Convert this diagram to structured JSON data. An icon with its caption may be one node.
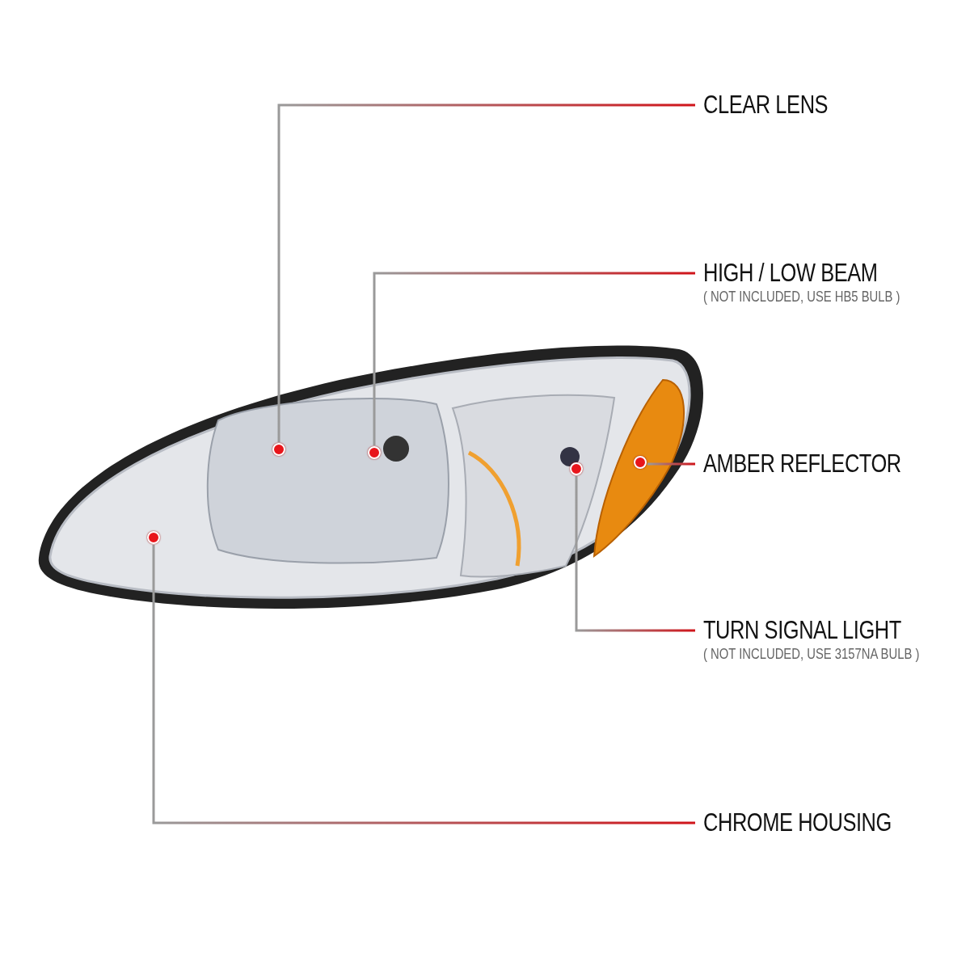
{
  "diagram": {
    "nodes": [
      {
        "text": [
          "CLEAR LENS"
        ]
      },
      {
        "text": [
          "HIGH / LOW BEAM",
          "( NOT INCLUDED, USE  HB5  BULB )"
        ]
      },
      {
        "text": [
          "AMBER REFLECTOR"
        ]
      },
      {
        "text": [
          "TURN SIGNAL LIGHT",
          "( NOT INCLUDED, USE  3157NA  BULB )"
        ]
      },
      {
        "text": [
          "CHROME HOUSING"
        ]
      },
      {
        "text": [],
        "shape": "circle"
      },
      {
        "text": [],
        "shape": "circle"
      },
      {
        "text": [],
        "shape": "circle"
      },
      {
        "text": [],
        "shape": "circle"
      },
      {
        "text": [],
        "shape": "circle"
      }
    ],
    "edges": [
      {
        "from": 0,
        "to": 6,
        "arrow": "none"
      },
      {
        "from": 1,
        "to": 7,
        "arrow": "none"
      },
      {
        "from": 2,
        "to": 9,
        "arrow": "none"
      },
      {
        "from": 3,
        "to": 8,
        "arrow": "none"
      },
      {
        "from": 4,
        "to": 5,
        "arrow": "none"
      }
    ]
  }
}
